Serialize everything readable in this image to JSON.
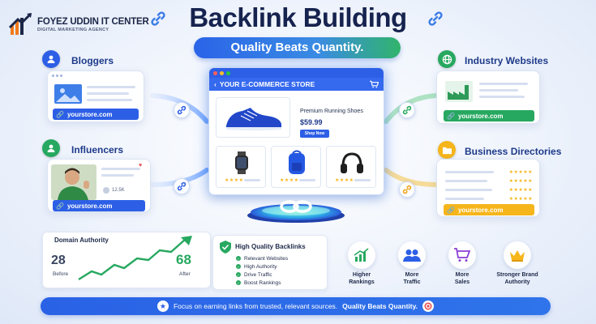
{
  "logo": {
    "name": "FOYEZ UDDIN IT CENTER",
    "tagline": "DIGITAL MARKETING AGENCY"
  },
  "header": {
    "title": "Backlink Building",
    "subtitle": "Quality Beats Quantity."
  },
  "sources": {
    "bloggers": {
      "title": "Bloggers",
      "url": "yourstore.com"
    },
    "influencers": {
      "title": "Influencers",
      "url": "yourstore.com",
      "count": "12.5K"
    },
    "industry": {
      "title": "Industry Websites",
      "url": "yourstore.com"
    },
    "directories": {
      "title": "Business Directories",
      "url": "yourstore.com"
    }
  },
  "store": {
    "nav_title": "YOUR E-COMMERCE STORE",
    "product_name": "Premium Running Shoes",
    "price": "$59.99",
    "cta": "Shop Now"
  },
  "authority": {
    "title": "Domain Authority",
    "before_value": "28",
    "before_label": "Before",
    "after_value": "68",
    "after_label": "After"
  },
  "backlinks": {
    "title": "High Quality Backlinks",
    "items": [
      "Relevant Websites",
      "High Authority",
      "Drive Traffic",
      "Boost Rankings"
    ]
  },
  "benefits": [
    {
      "line1": "Higher",
      "line2": "Rankings"
    },
    {
      "line1": "More",
      "line2": "Traffic"
    },
    {
      "line1": "More",
      "line2": "Sales"
    },
    {
      "line1": "Stronger Brand",
      "line2": "Authority"
    }
  ],
  "footer": {
    "text": "Focus on earning links from trusted, relevant sources.",
    "emphasis": "Quality Beats Quantity."
  },
  "colors": {
    "brand_blue": "#2d5fe6",
    "green": "#27a860",
    "yellow": "#f5b51b",
    "orange": "#f07a1a"
  }
}
